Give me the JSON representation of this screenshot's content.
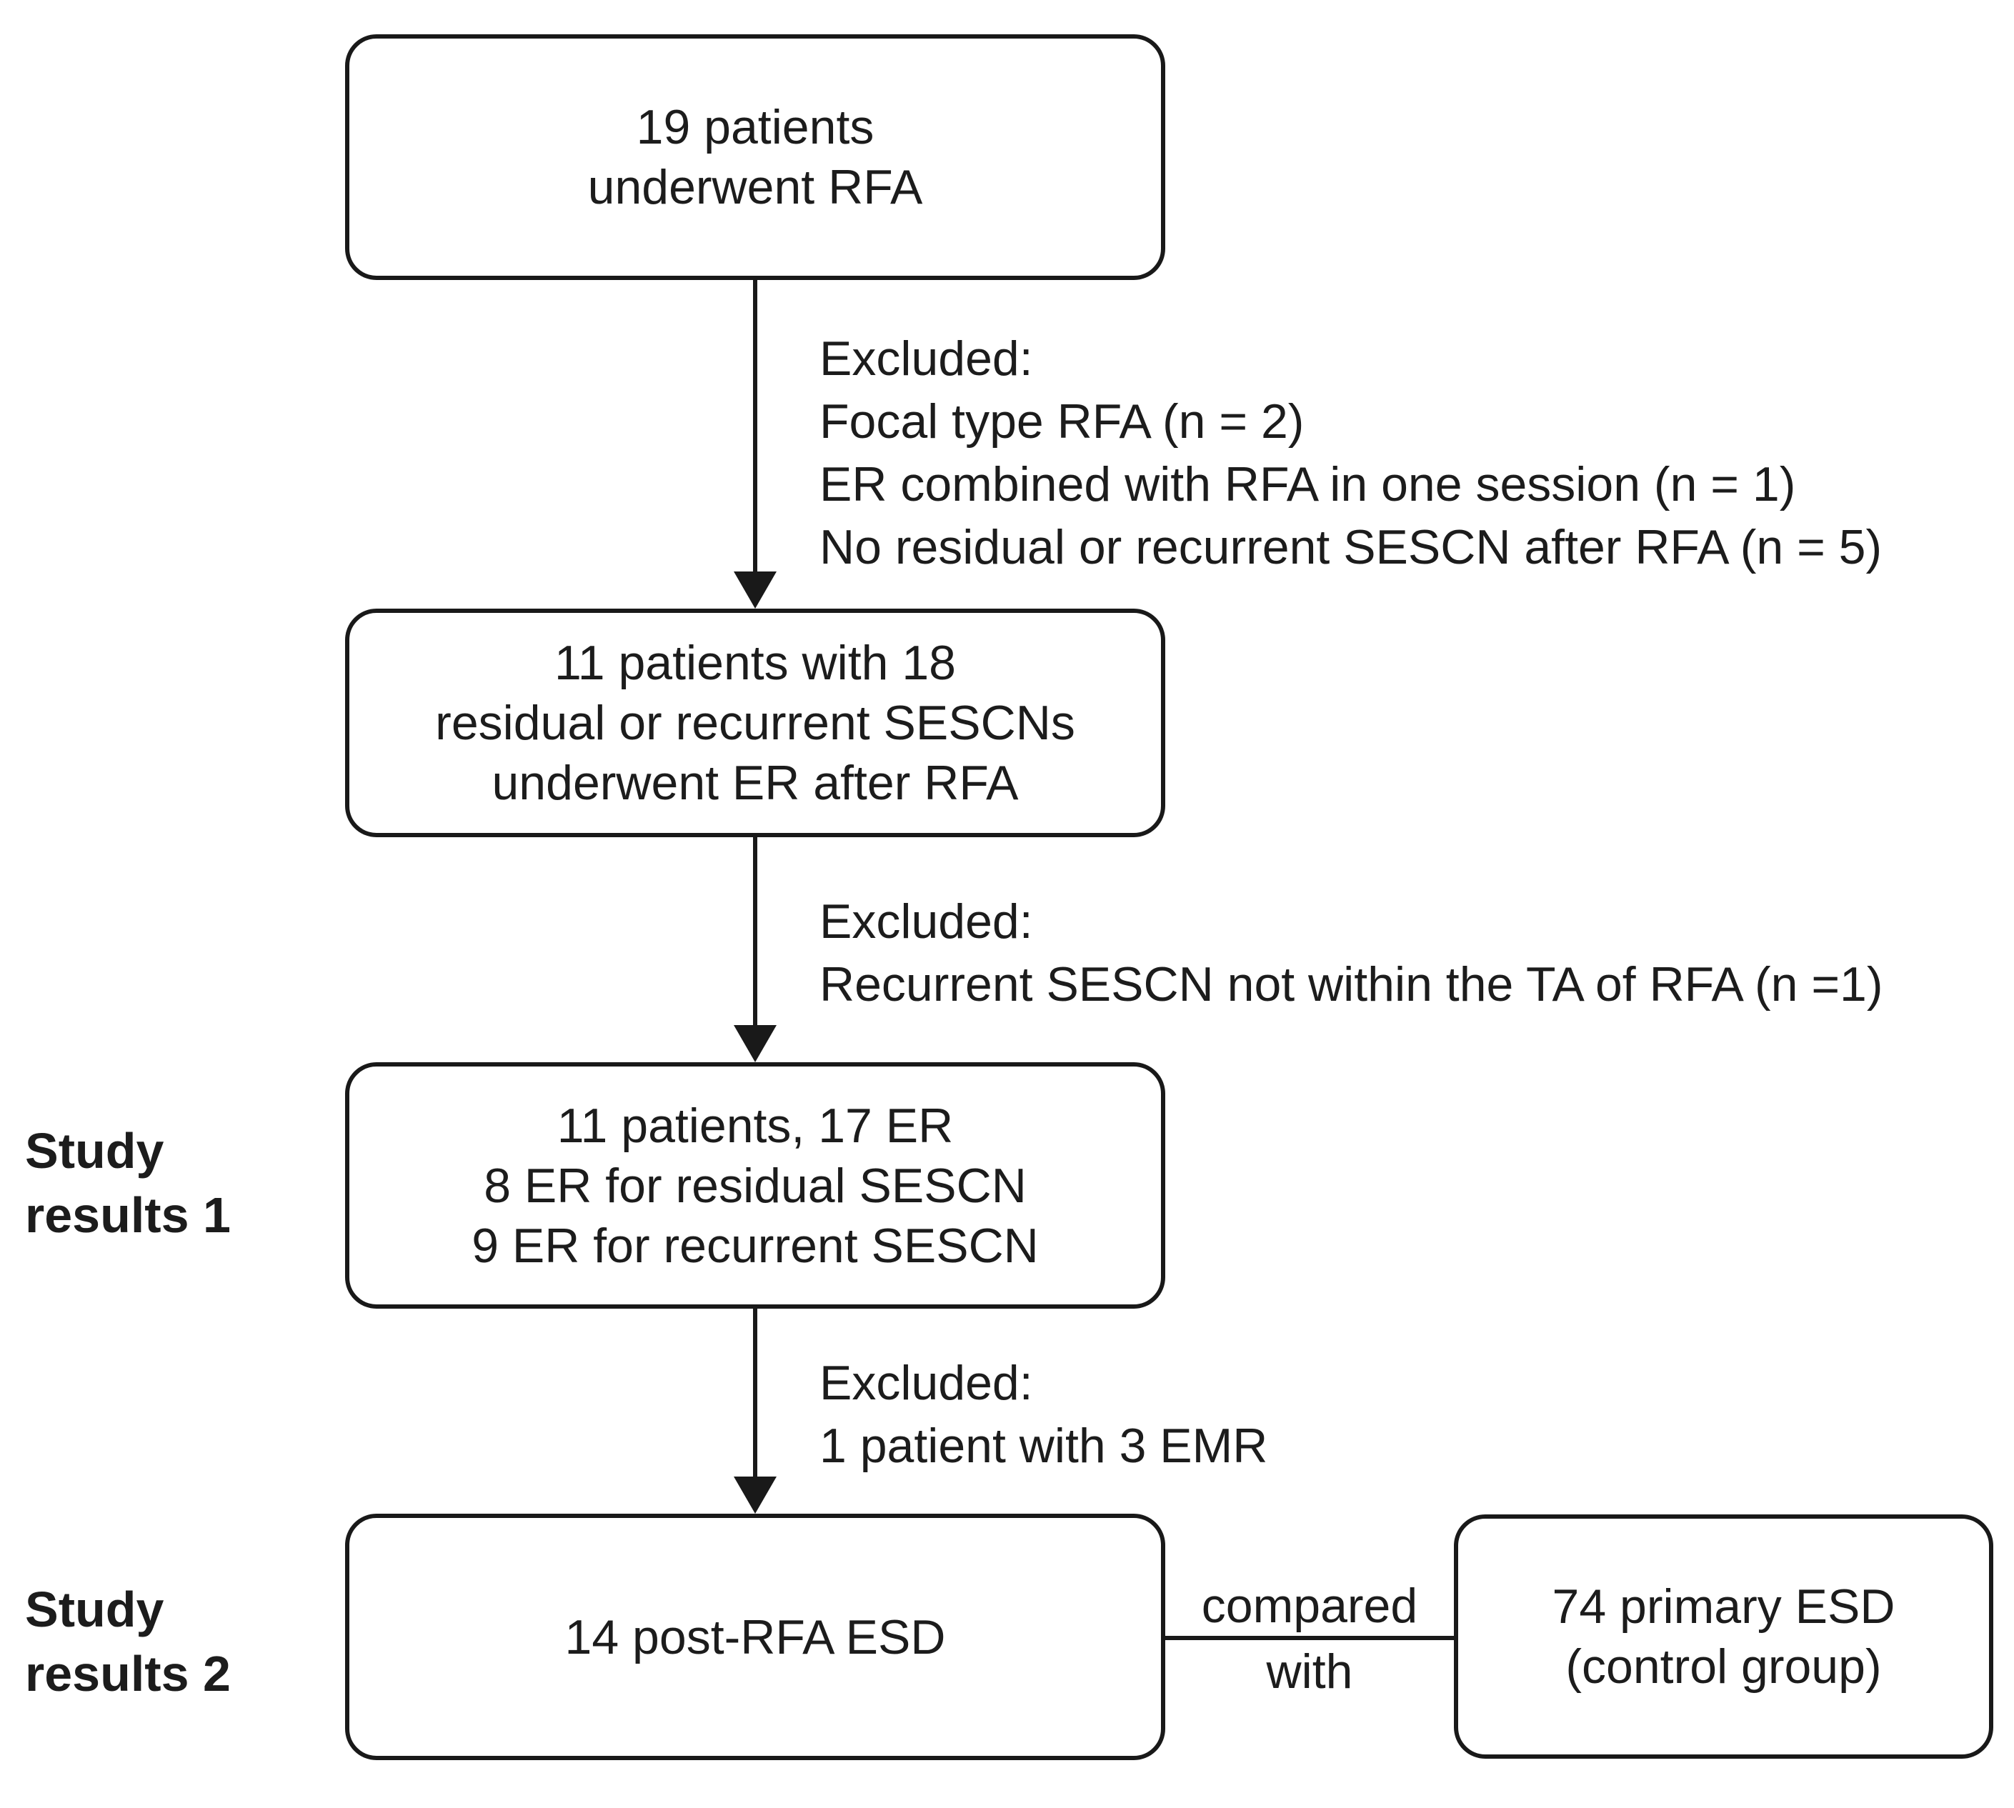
{
  "boxes": [
    {
      "lines": [
        "19 patients",
        "underwent RFA"
      ]
    },
    {
      "lines": [
        "11 patients with 18",
        "residual or recurrent SESCNs",
        "underwent ER after RFA"
      ]
    },
    {
      "lines": [
        "11 patients, 17 ER",
        "8 ER for residual SESCN",
        "9 ER for recurrent SESCN"
      ]
    },
    {
      "lines": [
        "14 post-RFA ESD"
      ]
    },
    {
      "lines": [
        "74 primary ESD",
        "(control group)"
      ]
    }
  ],
  "exclusions": [
    {
      "lines": [
        "Excluded:",
        "Focal type RFA (n = 2)",
        "ER combined with RFA in one session (n = 1)",
        "No residual or recurrent SESCN after RFA (n = 5)"
      ]
    },
    {
      "lines": [
        "Excluded:",
        "Recurrent SESCN not within the TA of RFA (n =1)"
      ]
    },
    {
      "lines": [
        "Excluded:",
        "1 patient with 3 EMR"
      ]
    }
  ],
  "side_labels": [
    {
      "lines": [
        "Study",
        "results 1"
      ]
    },
    {
      "lines": [
        "Study",
        "results 2"
      ]
    }
  ],
  "connector": {
    "top": "compared",
    "bottom": "with"
  },
  "colors": {
    "border": "#191919",
    "text": "#1c1c1c",
    "background": "#ffffff"
  }
}
